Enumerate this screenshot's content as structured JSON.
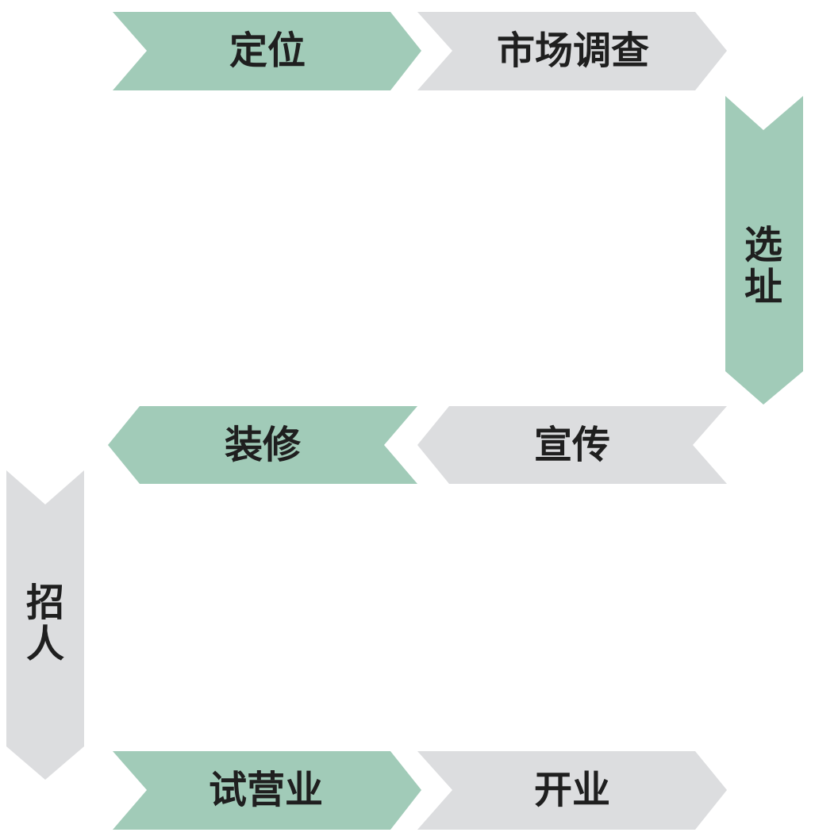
{
  "colors": {
    "green": "#a1cbb8",
    "gray": "#dcdddf",
    "text": "#1f1f1f",
    "background": "#ffffff"
  },
  "steps": [
    {
      "id": "step-1",
      "label": "定位",
      "color": "green",
      "direction": "right"
    },
    {
      "id": "step-2",
      "label": "市场调查",
      "color": "gray",
      "direction": "right"
    },
    {
      "id": "step-3",
      "label": "选址",
      "color": "green",
      "direction": "down"
    },
    {
      "id": "step-4",
      "label": "宣传",
      "color": "gray",
      "direction": "left"
    },
    {
      "id": "step-5",
      "label": "装修",
      "color": "green",
      "direction": "left"
    },
    {
      "id": "step-6",
      "label": "招人",
      "color": "gray",
      "direction": "down"
    },
    {
      "id": "step-7",
      "label": "试营业",
      "color": "green",
      "direction": "right"
    },
    {
      "id": "step-8",
      "label": "开业",
      "color": "gray",
      "direction": "right"
    }
  ]
}
